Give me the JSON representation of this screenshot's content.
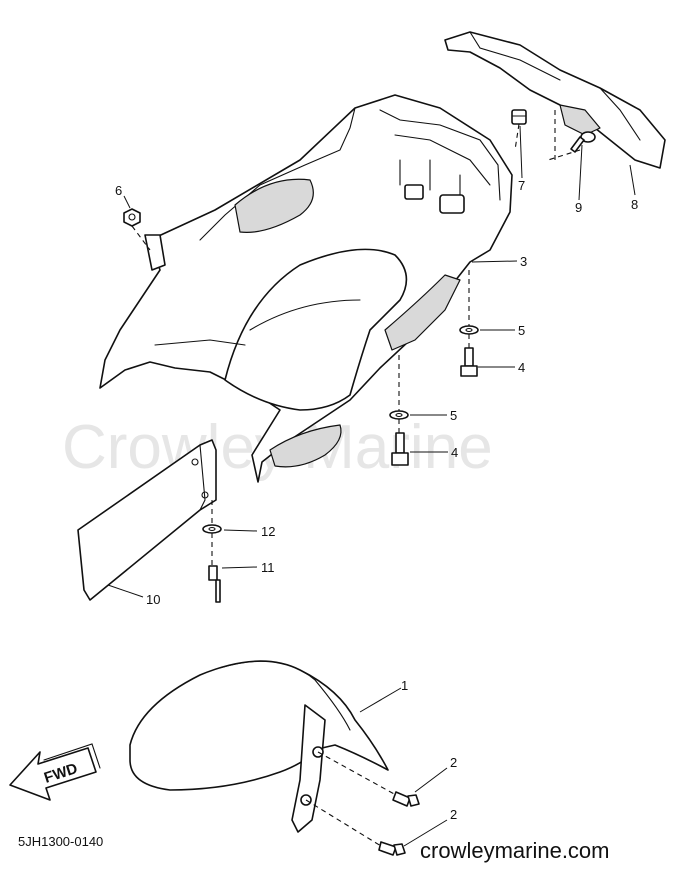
{
  "watermark": "Crowley Marine",
  "diagram_code": "5JH1300-0140",
  "site": "crowleymarine.com",
  "direction_label": "FWD",
  "callouts": {
    "c1": "1",
    "c2a": "2",
    "c2b": "2",
    "c3": "3",
    "c4a": "4",
    "c4b": "4",
    "c5a": "5",
    "c5b": "5",
    "c6": "6",
    "c7": "7",
    "c8": "8",
    "c9": "9",
    "c10": "10",
    "c11": "11",
    "c12": "12"
  }
}
